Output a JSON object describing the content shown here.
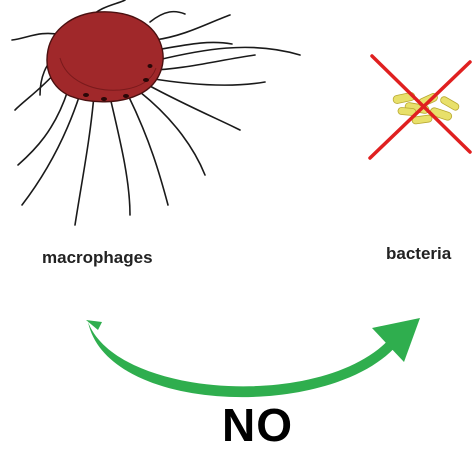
{
  "diagram": {
    "left_label": "macrophages",
    "right_label": "bacteria",
    "result_label": "NO"
  },
  "colors": {
    "macrophage_body": "#a0282a",
    "macrophage_outline": "#4a1010",
    "bacteria": "#e8e06a",
    "cross": "#e02020",
    "arrow": "#2fae4e"
  },
  "icons": {
    "macrophage": "macrophage-cell-icon",
    "bacteria": "bacteria-cluster-icon",
    "cross": "red-cross-icon",
    "arrow": "curved-arrow-icon"
  }
}
